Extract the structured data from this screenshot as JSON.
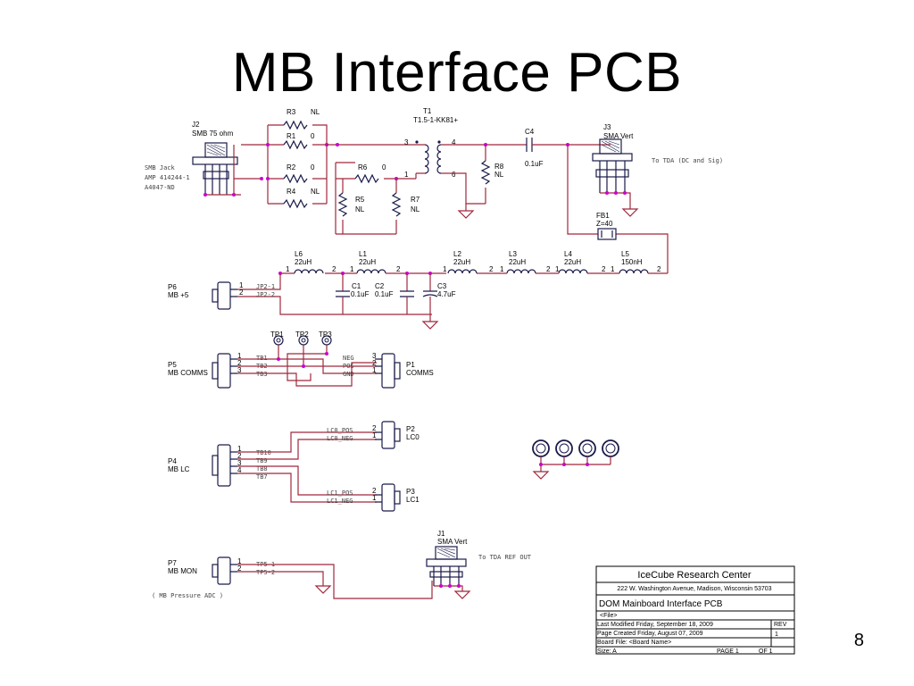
{
  "slide": {
    "title": "MB Interface PCB",
    "page_number": "8"
  },
  "colors": {
    "wire": "#a0283c",
    "component": "#1a1a4a",
    "junction": "#cc00cc",
    "ground": "#a0283c"
  },
  "parts": {
    "r3": {
      "ref": "R3",
      "value": "NL"
    },
    "r1": {
      "ref": "R1",
      "value": "0"
    },
    "r2": {
      "ref": "R2",
      "value": "0"
    },
    "r4": {
      "ref": "R4",
      "value": "NL"
    },
    "r6": {
      "ref": "R6",
      "value": "0"
    },
    "r5": {
      "ref": "R5",
      "value": "NL"
    },
    "r7": {
      "ref": "R7",
      "value": "NL"
    },
    "r8": {
      "ref": "R8",
      "value": "NL"
    },
    "t1": {
      "ref": "T1",
      "value": "T1.5-1-KK81+",
      "p3": "3",
      "p4": "4",
      "p1": "1",
      "p6": "6"
    },
    "c4": {
      "ref": "C4",
      "value": "0.1uF"
    },
    "j2": {
      "ref": "J2",
      "value": "SMB 75 ohm",
      "note1": "SMB Jack",
      "note2": "AMP 414244-1",
      "note3": "A4047-ND"
    },
    "j3": {
      "ref": "J3",
      "value": "SMA Vert",
      "note": "To TDA (DC and Sig)"
    },
    "fb1": {
      "ref": "FB1",
      "value": "Z=40"
    },
    "l6": {
      "ref": "L6",
      "value": "22uH"
    },
    "l1": {
      "ref": "L1",
      "value": "22uH"
    },
    "l2": {
      "ref": "L2",
      "value": "22uH"
    },
    "l3": {
      "ref": "L3",
      "value": "22uH"
    },
    "l4": {
      "ref": "L4",
      "value": "22uH"
    },
    "l5": {
      "ref": "L5",
      "value": "150nH"
    },
    "pin1": "1",
    "pin2": "2",
    "c1": {
      "ref": "C1",
      "value": "0.1uF"
    },
    "c2": {
      "ref": "C2",
      "value": "0.1uF"
    },
    "c3": {
      "ref": "C3",
      "value": "4.7uF"
    },
    "p6": {
      "ref": "P6",
      "value": "MB +5",
      "net1": "JP2-1",
      "net2": "JP2-2"
    },
    "tp1": "TP1",
    "tp2": "TP2",
    "tp3": "TP3",
    "p5": {
      "ref": "P5",
      "value": "MB COMMS",
      "net1": "TB1",
      "net2": "TB2",
      "net3": "TB3"
    },
    "p1": {
      "ref": "P1",
      "value": "COMMS",
      "net1": "NEG",
      "net2": "POS",
      "net3": "GND"
    },
    "pin3": "3",
    "p2": {
      "ref": "P2",
      "value": "LC0",
      "net1": "LC0_POS",
      "net2": "LC0_NEG"
    },
    "p4": {
      "ref": "P4",
      "value": "MB LC",
      "net1": "TB10",
      "net2": "TB9",
      "net3": "TB8",
      "net4": "TB7"
    },
    "pin4": "4",
    "p3": {
      "ref": "P3",
      "value": "LC1",
      "net1": "LC1_POS",
      "net2": "LC1_NEG"
    },
    "j1": {
      "ref": "J1",
      "value": "SMA Vert",
      "note": "To TDA REF OUT"
    },
    "p7": {
      "ref": "P7",
      "value": "MB MON",
      "net1": "TP5-1",
      "net2": "TP5-2",
      "note": "( MB Pressure ADC )"
    }
  },
  "title_block": {
    "company": "IceCube Research Center",
    "address": "222 W. Washington Avenue, Madison, Wisconsin  53703",
    "title": "DOM Mainboard Interface PCB",
    "file": "<File>",
    "last_modified": "Last Modified Friday, September 18, 2009",
    "page_created": "Page Created Friday, August 07, 2009",
    "board_file": "Board File:  <Board Name>",
    "size": "Size: A",
    "rev_label": "REV",
    "rev_value": "1",
    "page": "PAGE   1",
    "of": "OF   1"
  }
}
